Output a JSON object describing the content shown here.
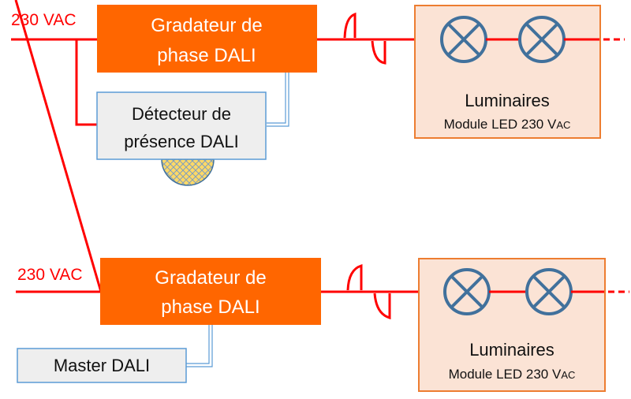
{
  "colors": {
    "wire": "#ff0000",
    "dimmer_fill": "#ff6600",
    "luminaire_fill": "#fbe3d5",
    "luminaire_border": "#ed7d31",
    "box_fill": "#eeeeee",
    "box_border": "#5b9bd5",
    "lamp_stroke": "#41719c",
    "sensor_fill": "#ffd966"
  },
  "diagrams": [
    {
      "supply_label": "230 VAC",
      "dimmer": {
        "line1": "Gradateur de",
        "line2": "phase DALI"
      },
      "control": {
        "line1": "Détecteur de",
        "line2": "présence DALI",
        "type": "presence-detector"
      },
      "luminaires": {
        "title": "Luminaires",
        "subtitle_main": "Module LED 230 V",
        "subtitle_sub": "AC",
        "lamp_count": 2
      }
    },
    {
      "supply_label": "230 VAC",
      "dimmer": {
        "line1": "Gradateur de",
        "line2": "phase DALI"
      },
      "control": {
        "line1": "Master DALI",
        "type": "master"
      },
      "luminaires": {
        "title": "Luminaires",
        "subtitle_main": "Module LED 230 V",
        "subtitle_sub": "AC",
        "lamp_count": 2
      }
    }
  ]
}
